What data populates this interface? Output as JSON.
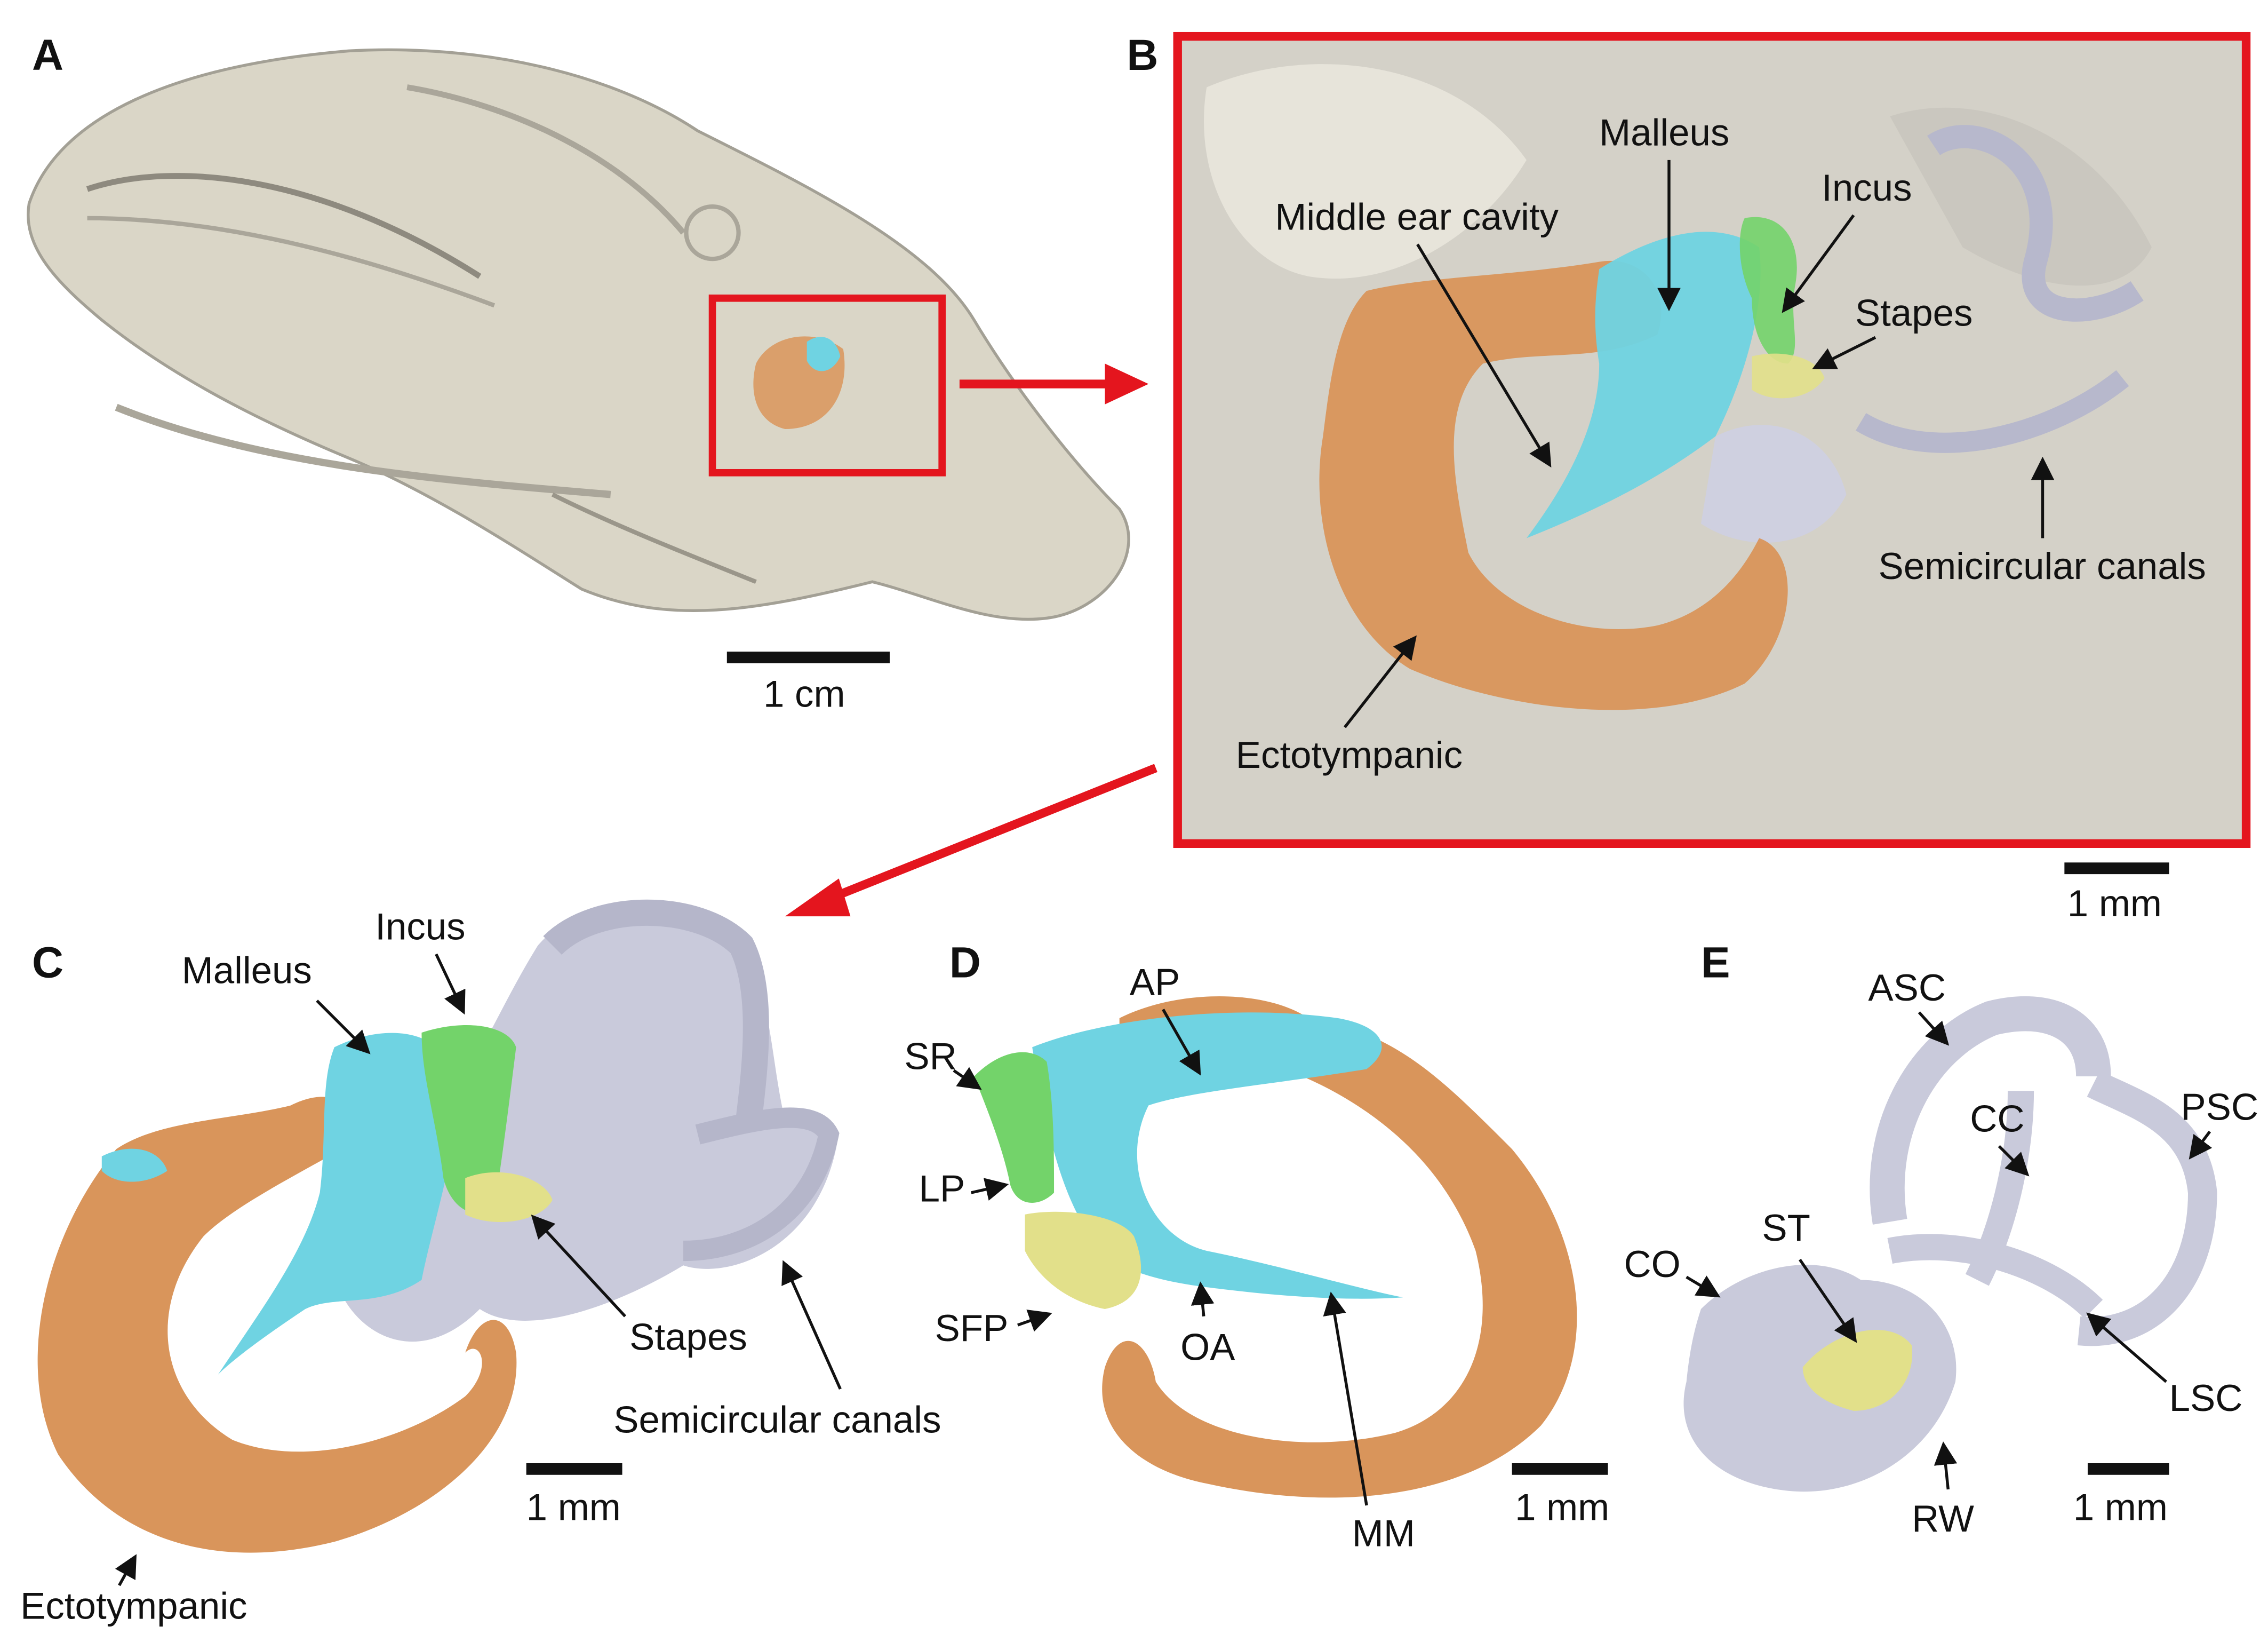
{
  "colors": {
    "malleus": "#6fd3e2",
    "incus": "#73d36a",
    "stapes": "#e2e08a",
    "ectotympanic": "#d9955b",
    "inner_ear": "#c9cadb",
    "skull": "#d6d2c2",
    "highlight_box": "#e4151e",
    "arrow": "#e4151e"
  },
  "panels": {
    "a": {
      "letter": "A",
      "scale_label": "1 cm"
    },
    "b": {
      "letter": "B",
      "labels": {
        "malleus": "Malleus",
        "middle_ear_cavity": "Middle ear cavity",
        "incus": "Incus",
        "stapes": "Stapes",
        "semicircular_canals": "Semicircular canals",
        "ectotympanic": "Ectotympanic"
      },
      "scale_label": "1 mm"
    },
    "c": {
      "letter": "C",
      "labels": {
        "malleus": "Malleus",
        "incus": "Incus",
        "stapes": "Stapes",
        "semicircular_canals": "Semicircular canals",
        "ectotympanic": "Ectotympanic"
      },
      "scale_label": "1 mm"
    },
    "d": {
      "letter": "D",
      "labels": {
        "ap": "AP",
        "sr": "SR",
        "lp": "LP",
        "sfp": "SFP",
        "oa": "OA",
        "mm": "MM"
      },
      "scale_label": "1 mm"
    },
    "e": {
      "letter": "E",
      "labels": {
        "asc": "ASC",
        "psc": "PSC",
        "cc": "CC",
        "co": "CO",
        "st": "ST",
        "lsc": "LSC",
        "rw": "RW"
      },
      "scale_label": "1 mm"
    }
  }
}
